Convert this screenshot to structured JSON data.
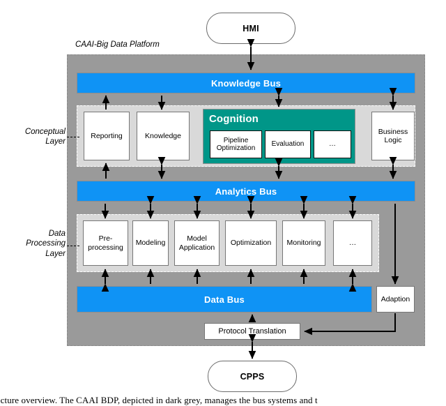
{
  "figure": {
    "platform_label": "CAAI-Big Data Platform",
    "caption": "…tecture overview. The CAAI BDP, depicted in dark grey, manages the bus systems and t"
  },
  "colors": {
    "bus_blue": "#0f93f5",
    "platform_grey": "#9a9a9a",
    "layer_grey": "#d9d9d9",
    "cognition_teal": "#009688",
    "box_white": "#ffffff",
    "line_black": "#000000"
  },
  "endpoints": {
    "top": {
      "label": "HMI"
    },
    "bottom": {
      "label": "CPPS"
    }
  },
  "buses": {
    "knowledge": {
      "label": "Knowledge Bus"
    },
    "analytics": {
      "label": "Analytics Bus"
    },
    "data": {
      "label": "Data Bus"
    }
  },
  "layers": [
    {
      "id": "conceptual",
      "side_label_line1": "Conceptual",
      "side_label_line2": "Layer",
      "components": [
        {
          "label": "Reporting"
        },
        {
          "label": "Knowledge"
        },
        {
          "label": "Business Logic"
        }
      ]
    },
    {
      "id": "data-processing",
      "side_label_line1": "Data",
      "side_label_line2": "Processing",
      "side_label_line3": "Layer",
      "components": [
        {
          "label": "Pre-processing"
        },
        {
          "label": "Modeling"
        },
        {
          "label": "Model Application"
        },
        {
          "label": "Optimization"
        },
        {
          "label": "Monitoring"
        },
        {
          "label": "…"
        }
      ]
    }
  ],
  "cognition": {
    "title": "Cognition",
    "components": [
      {
        "label": "Pipeline Optimization"
      },
      {
        "label": "Evaluation"
      },
      {
        "label": "…"
      }
    ]
  },
  "edge_components": {
    "adaption": {
      "label": "Adaption"
    },
    "protocol_translation": {
      "label": "Protocol Translation"
    }
  }
}
